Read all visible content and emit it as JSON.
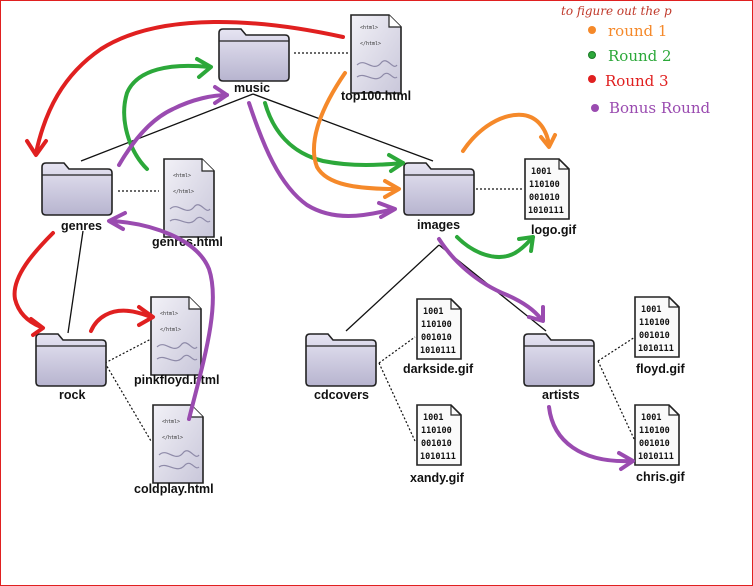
{
  "header_scribble": "to figure out the p",
  "nodes": {
    "music": "music",
    "top100": "top100.html",
    "genres": "genres",
    "genres_html": "genres.html",
    "images": "images",
    "logo": "logo.gif",
    "rock": "rock",
    "pinkfloyd": "pinkfloyd.html",
    "coldplay": "coldplay.html",
    "cdcovers": "cdcovers",
    "darkside": "darkside.gif",
    "xandy": "xandy.gif",
    "artists": "artists",
    "floyd": "floyd.gif",
    "chris": "chris.gif"
  },
  "legend": [
    {
      "label": "round 1",
      "color": "#f5892a"
    },
    {
      "label": "Round 2",
      "color": "#2ca83a"
    },
    {
      "label": "Round 3",
      "color": "#e02020"
    },
    {
      "label": "Bonus Round",
      "color": "#9a4bb0"
    }
  ],
  "doc_text": {
    "open": "<html>",
    "close": "</html>"
  },
  "binary_lines": [
    "1001",
    "110100",
    "001010",
    "1010111"
  ]
}
